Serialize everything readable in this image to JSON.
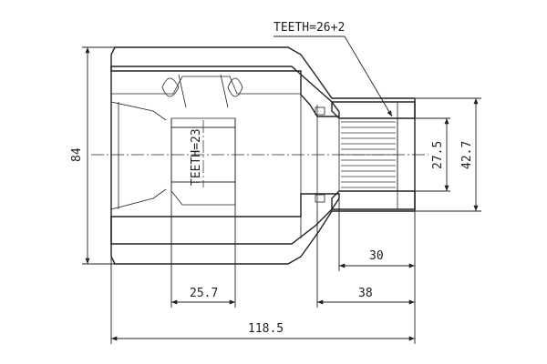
{
  "annotations": {
    "teeth_outer": "TEETH=26+2",
    "teeth_inner": "TEETH=23"
  },
  "dimensions": {
    "overall_diameter": "84",
    "spline_diameter": "27.5",
    "stem_diameter": "42.7",
    "stem_length": "30",
    "inner_length": "25.7",
    "neck_length": "38",
    "overall_length": "118.5"
  }
}
